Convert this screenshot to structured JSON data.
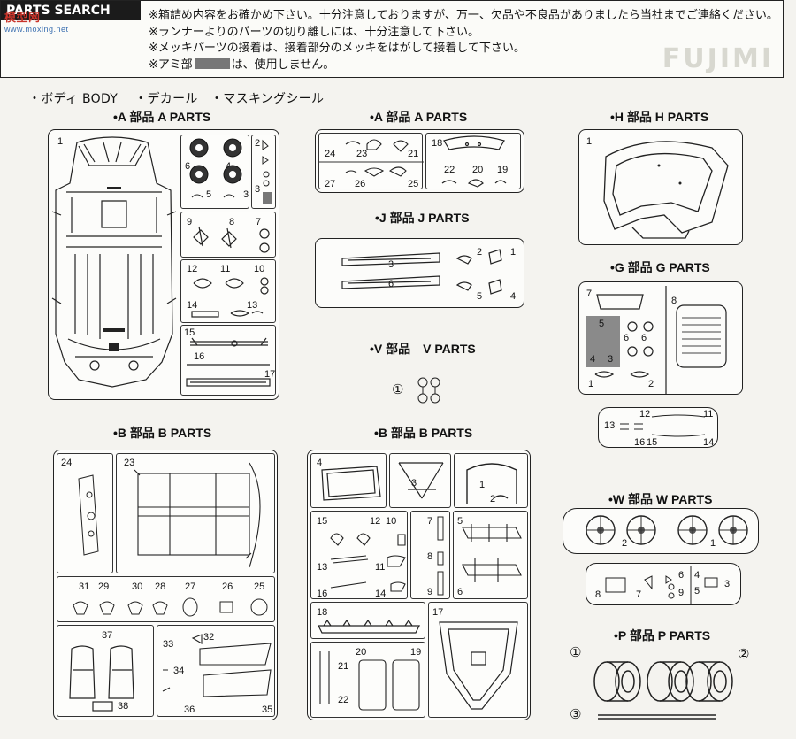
{
  "header": {
    "tag": "PARTS SEARCH",
    "watermark": "模型网",
    "watermark_url": "www.moxing.net",
    "notes": [
      "※箱詰め内容をお確かめ下さい。十分注意しておりますが、万一、欠品や不良品がありましたら当社までご連絡ください。",
      "※ランナーよりのパーツの切り離しには、十分注意して下さい。",
      "※メッキパーツの接着は、接着部分のメッキをはがして接着して下さい。",
      "※アミ部",
      "は、使用しません。"
    ],
    "faded_title": "FUJIMI"
  },
  "category_line": "・ボディ BODY　 ・デカール　・マスキングシール",
  "sections": {
    "a_left": "•A 部品 A PARTS",
    "a_mid": "•A 部品 A PARTS",
    "h": "•H 部品 H PARTS",
    "j": "•J 部品 J PARTS",
    "g": "•G 部品 G PARTS",
    "v": "•V 部品　V PARTS",
    "b_left": "•B 部品 B PARTS",
    "b_mid": "•B 部品 B PARTS",
    "w": "•W 部品 W PARTS",
    "p": "•P 部品 P PARTS"
  },
  "v_part_label": "①",
  "p_labels": [
    "①",
    "②",
    "③"
  ],
  "colors": {
    "ink": "#222222",
    "paper": "#f4f3ef",
    "mesh": "#777777"
  }
}
